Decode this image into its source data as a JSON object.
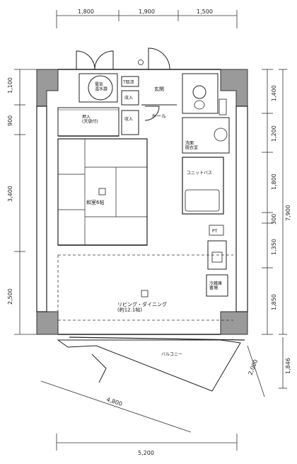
{
  "dimensions": {
    "top": [
      "1,800",
      "1,900",
      "1,500"
    ],
    "left": [
      "1,100",
      "900",
      "3,400",
      "2,500"
    ],
    "right": [
      "1,400",
      "1,200",
      "1,800",
      "300",
      "1,350",
      "1,850"
    ],
    "right_total": "7,900",
    "far_right": "1,846",
    "balcony_width": "4,800",
    "balcony_depth": "2,000",
    "bottom_total": "5,200"
  },
  "rooms": {
    "water_heater": "電気\n温水器",
    "t_storage": "T取済",
    "closet_small_1": "収入",
    "entrance": "玄関",
    "hall": "ホール",
    "oshiire": "押入\n(天袋付)",
    "closet_small_2": "収入",
    "washroom": "洗面\n脱衣室",
    "unit_bath": "ユニットバス",
    "japanese_room": "和室6帖",
    "living_dining": "リビング・ダイニング\n(約12.1帖)",
    "balcony": "バルコニー",
    "fridge": "冷蔵庫\n置場",
    "pt": "PT"
  }
}
